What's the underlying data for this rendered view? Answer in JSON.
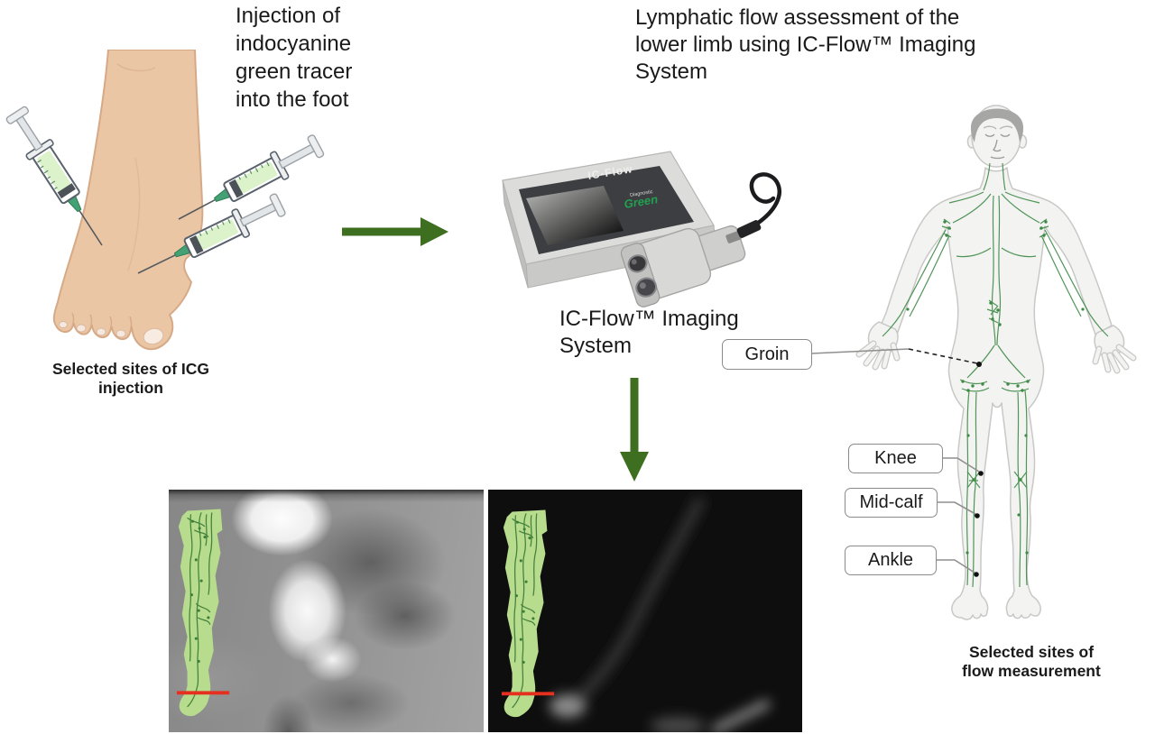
{
  "figure": {
    "title": "Lymphatic flow assessment of the\nlower limb using IC-Flow™ Imaging\nSystem"
  },
  "injection_panel": {
    "note": "Injection of\nindocyanine\ngreen tracer\ninto the foot",
    "caption": "Selected sites of ICG\ninjection",
    "illustration": "foot-with-three-icg-syringes"
  },
  "device_panel": {
    "label": "IC-Flow™ Imaging\nSystem",
    "screen_brand": "IC-Flow",
    "logo_top": "Diagnostic",
    "logo_main": "Green"
  },
  "body_panel": {
    "caption": "Selected sites of\nflow measurement",
    "labels": [
      {
        "id": "groin",
        "text": "Groin"
      },
      {
        "id": "knee",
        "text": "Knee"
      },
      {
        "id": "midcalf",
        "text": "Mid-calf"
      },
      {
        "id": "ankle",
        "text": "Ankle"
      }
    ],
    "illustration": "human-figure-lymphatic-system"
  },
  "scans": {
    "left": "icg-fluorescence-scan-bright",
    "right": "icg-fluorescence-scan-dark",
    "overlay": "green-leg-lymphatic-overlay-with-red-measurement-line"
  },
  "colors": {
    "arrow_green": "#3e6e20",
    "overlay_leg_green": "#b7dc8d",
    "vessel_green": "#3e7d38",
    "lymph_green": "#3f8a47",
    "marker_red": "#e53020",
    "logo_green": "#21a04f",
    "skin": "#ebc6a4",
    "text": "#1a1a1a"
  }
}
